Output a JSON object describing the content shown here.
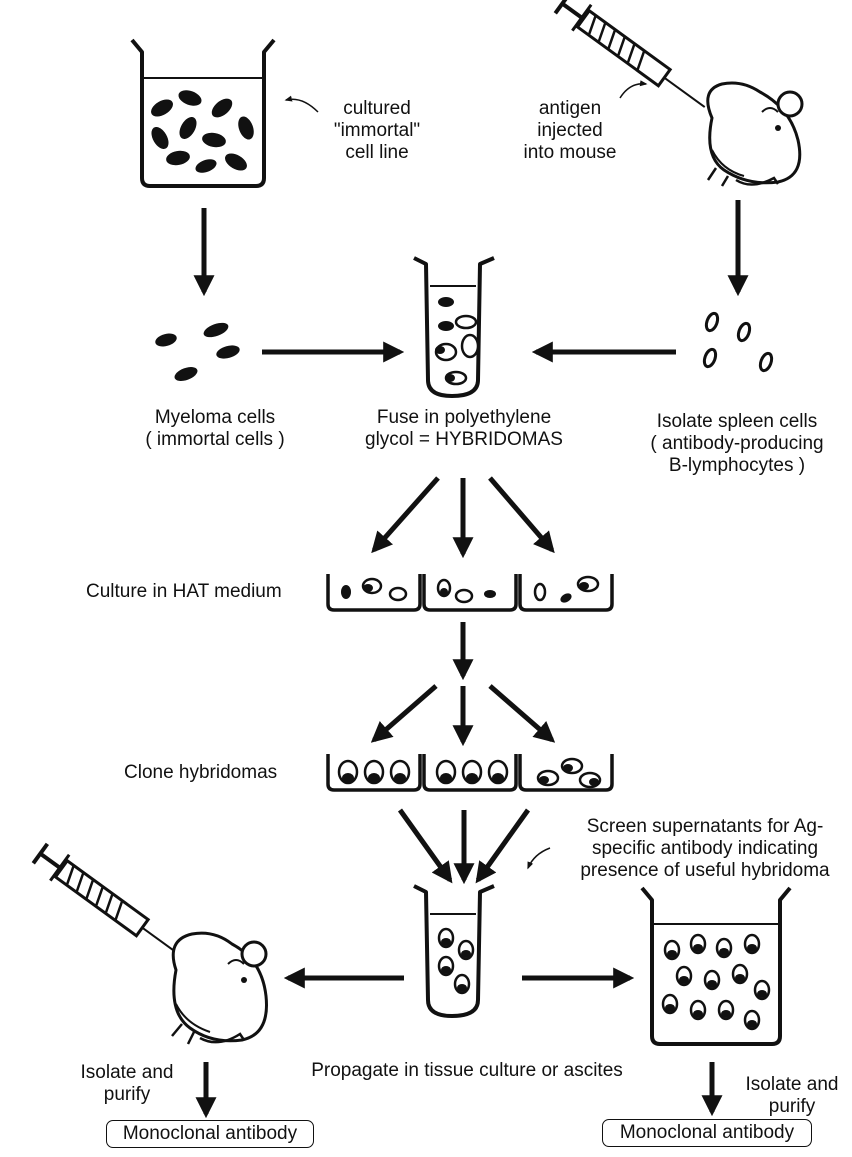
{
  "colors": {
    "ink": "#111111",
    "background": "#ffffff"
  },
  "icons": {
    "beaker_top": "beaker-with-cells-icon",
    "mouse_top": "syringe-mouse-icon",
    "test_tube_fusion": "test-tube-icon",
    "wells": "culture-well-icon",
    "mouse_bottom": "syringe-mouse-icon",
    "test_tube_bottom": "test-tube-icon",
    "beaker_bottom": "beaker-with-cells-icon"
  },
  "labels": {
    "cultured": "cultured\n\"immortal\"\ncell line",
    "antigen": "antigen\ninjected\ninto mouse",
    "myeloma": "Myeloma cells\n( immortal cells )",
    "fuse": "Fuse in polyethylene\nglycol = HYBRIDOMAS",
    "spleen": "Isolate spleen cells\n( antibody-producing\nB-lymphocytes )",
    "hat": "Culture in HAT medium",
    "clone": "Clone hybridomas",
    "screen": "Screen supernatants for Ag-\nspecific antibody indicating\npresence of useful hybridoma",
    "propagate": "Propagate in tissue culture or ascites",
    "isolate_left": "Isolate and\npurify",
    "isolate_right": "Isolate and\npurify",
    "mab_left": "Monoclonal antibody",
    "mab_right": "Monoclonal antibody"
  }
}
